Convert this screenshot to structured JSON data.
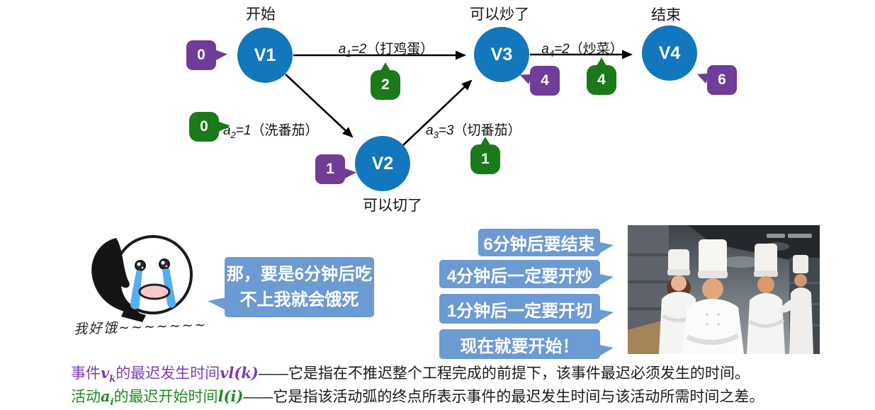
{
  "colors": {
    "node": "#1377BD",
    "badgepurple": "#703C97",
    "badgegreen": "#1A7A1A",
    "bubble": "#6C9AD3",
    "textpurple": "#7A3DB5",
    "textgreen": "#1F8A1F"
  },
  "graph": {
    "nodes": [
      {
        "name": "V1",
        "title": "开始",
        "vl": "0"
      },
      {
        "name": "V2",
        "title": "可以切了",
        "vl": "1"
      },
      {
        "name": "V3",
        "title": "可以炒了",
        "vl": "4"
      },
      {
        "name": "V4",
        "title": "结束",
        "vl": "6"
      }
    ],
    "activities": [
      {
        "var": "a",
        "sub": "1",
        "eq": "=2",
        "note": "（打鸡蛋）",
        "l": "2"
      },
      {
        "var": "a",
        "sub": "2",
        "eq": "=1",
        "note": "（洗番茄）",
        "l": "0"
      },
      {
        "var": "a",
        "sub": "3",
        "eq": "=3",
        "note": "（切番茄）",
        "l": "1"
      },
      {
        "var": "a",
        "sub": "4",
        "eq": "=2",
        "note": "（炒菜）",
        "l": "4"
      }
    ]
  },
  "meme": {
    "caption": "我好饿~~~~~~~",
    "bubble_line1": "那，要是6分钟后吃",
    "bubble_line2": "不上我就会饿死"
  },
  "chef_notes": [
    "6分钟后要结束",
    "4分钟后一定要开炒",
    "1分钟后一定要开切",
    "现在就要开始！"
  ],
  "definitions": {
    "line1": {
      "zh1": "事件",
      "var1": "v",
      "sub1": "k",
      "zh2": "的最迟发生时间",
      "math2": "vl(k)",
      "rest": "——它是指在不推迟整个工程完成的前提下，该事件最迟必须发生的时间。"
    },
    "line2": {
      "zh1": "活动",
      "var1": "a",
      "sub1": "i",
      "zh2": "的最迟开始时间",
      "math2": "l(i)",
      "rest": "——它是指该活动弧的终点所表示事件的最迟发生时间与该活动所需时间之差。"
    }
  }
}
